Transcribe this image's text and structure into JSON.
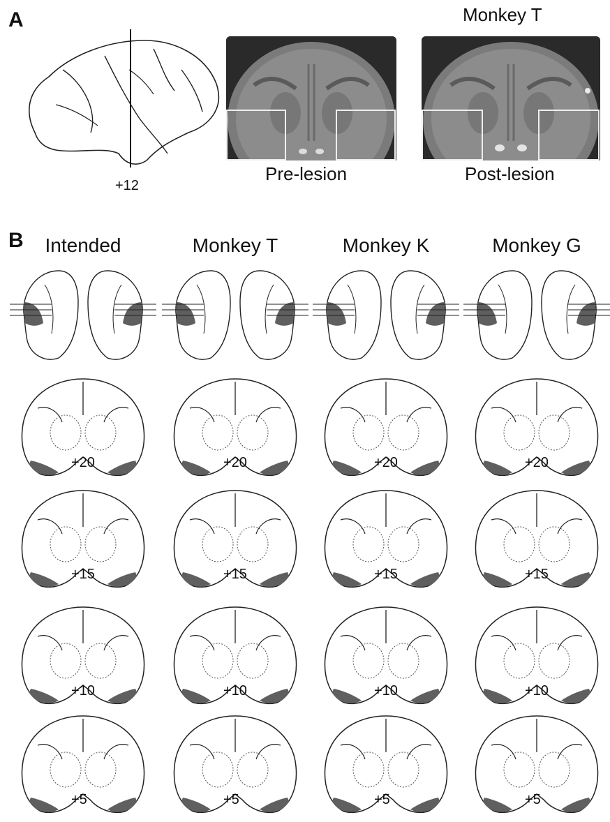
{
  "panel_a": {
    "letter": "A",
    "brain_coord": "+12",
    "subject_title": "Monkey T",
    "pre_label": "Pre-lesion",
    "post_label": "Post-lesion"
  },
  "panel_b": {
    "letter": "B",
    "columns": [
      "Intended",
      "Monkey T",
      "Monkey K",
      "Monkey G"
    ],
    "rows": [
      "+20",
      "+15",
      "+10",
      "+5"
    ]
  },
  "colors": {
    "lesion": "#5f5f5f",
    "outline": "#222222",
    "mri_bg": "#3c3c3c"
  }
}
